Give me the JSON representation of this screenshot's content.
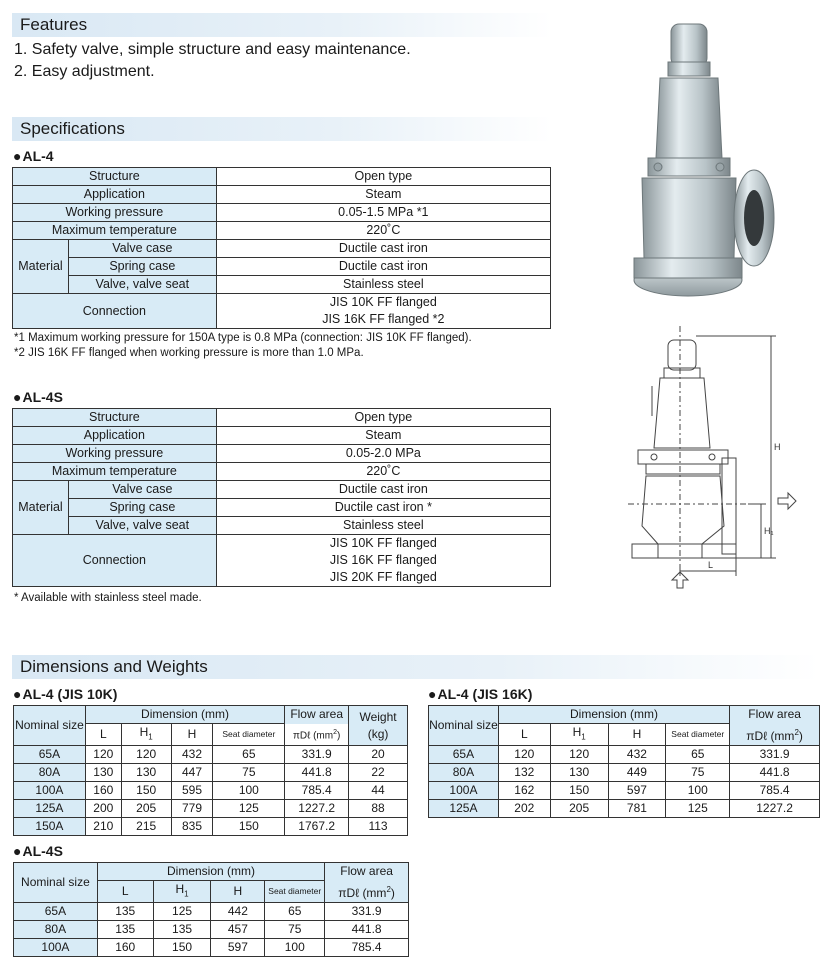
{
  "features": {
    "title": "Features",
    "items": [
      "1. Safety valve, simple structure and easy maintenance.",
      "2. Easy adjustment."
    ]
  },
  "specs": {
    "title": "Specifications",
    "al4": {
      "model": "AL-4",
      "rows": {
        "structure": [
          "Structure",
          "Open type"
        ],
        "application": [
          "Application",
          "Steam"
        ],
        "working_pressure": [
          "Working pressure",
          "0.05-1.5 MPa *1"
        ],
        "max_temp": [
          "Maximum temperature",
          "220˚C"
        ],
        "material": "Material",
        "valve_case": [
          "Valve case",
          "Ductile cast iron"
        ],
        "spring_case": [
          "Spring case",
          "Ductile cast iron"
        ],
        "valve_seat": [
          "Valve, valve seat",
          "Stainless steel"
        ],
        "connection": "Connection",
        "connection_values": [
          "JIS 10K FF flanged",
          "JIS 16K FF flanged *2"
        ]
      },
      "notes": [
        "*1 Maximum working pressure for 150A type is 0.8 MPa (connection: JIS 10K FF flanged).",
        "*2 JIS 16K FF flanged when working pressure is more than 1.0 MPa."
      ]
    },
    "al4s": {
      "model": "AL-4S",
      "rows": {
        "structure": [
          "Structure",
          "Open type"
        ],
        "application": [
          "Application",
          "Steam"
        ],
        "working_pressure": [
          "Working pressure",
          "0.05-2.0 MPa"
        ],
        "max_temp": [
          "Maximum temperature",
          "220˚C"
        ],
        "material": "Material",
        "valve_case": [
          "Valve case",
          "Ductile cast iron"
        ],
        "spring_case": [
          "Spring case",
          "Ductile cast iron *"
        ],
        "valve_seat": [
          "Valve, valve seat",
          "Stainless steel"
        ],
        "connection": "Connection",
        "connection_values": [
          "JIS 10K FF flanged",
          "JIS 16K FF flanged",
          "JIS 20K FF flanged"
        ]
      },
      "notes": [
        "* Available with stainless steel made."
      ]
    }
  },
  "drawing": {
    "label_H": "H",
    "label_H1": "H₁",
    "label_L": "L"
  },
  "dimensions": {
    "title": "Dimensions and Weights",
    "headers": {
      "nominal_size": "Nominal size",
      "dimension": "Dimension (mm)",
      "L": "L",
      "H1": "H",
      "H1_sub": "1",
      "H": "H",
      "seat": "Seat diameter",
      "flow_area": "Flow area",
      "flow_formula": "πDℓ (mm",
      "flow_sup": "2",
      "flow_close": ")",
      "weight": "Weight (kg)"
    },
    "al4_10k": {
      "model": "AL-4 (JIS 10K)",
      "rows": [
        [
          "65A",
          "120",
          "120",
          "432",
          "65",
          "331.9",
          "20"
        ],
        [
          "80A",
          "130",
          "130",
          "447",
          "75",
          "441.8",
          "22"
        ],
        [
          "100A",
          "160",
          "150",
          "595",
          "100",
          "785.4",
          "44"
        ],
        [
          "125A",
          "200",
          "205",
          "779",
          "125",
          "1227.2",
          "88"
        ],
        [
          "150A",
          "210",
          "215",
          "835",
          "150",
          "1767.2",
          "113"
        ]
      ]
    },
    "al4_16k": {
      "model": "AL-4 (JIS 16K)",
      "rows": [
        [
          "65A",
          "120",
          "120",
          "432",
          "65",
          "331.9"
        ],
        [
          "80A",
          "132",
          "130",
          "449",
          "75",
          "441.8"
        ],
        [
          "100A",
          "162",
          "150",
          "597",
          "100",
          "785.4"
        ],
        [
          "125A",
          "202",
          "205",
          "781",
          "125",
          "1227.2"
        ]
      ]
    },
    "al4s": {
      "model": "AL-4S",
      "rows": [
        [
          "65A",
          "135",
          "125",
          "442",
          "65",
          "331.9"
        ],
        [
          "80A",
          "135",
          "135",
          "457",
          "75",
          "441.8"
        ],
        [
          "100A",
          "160",
          "150",
          "597",
          "100",
          "785.4"
        ]
      ]
    }
  }
}
